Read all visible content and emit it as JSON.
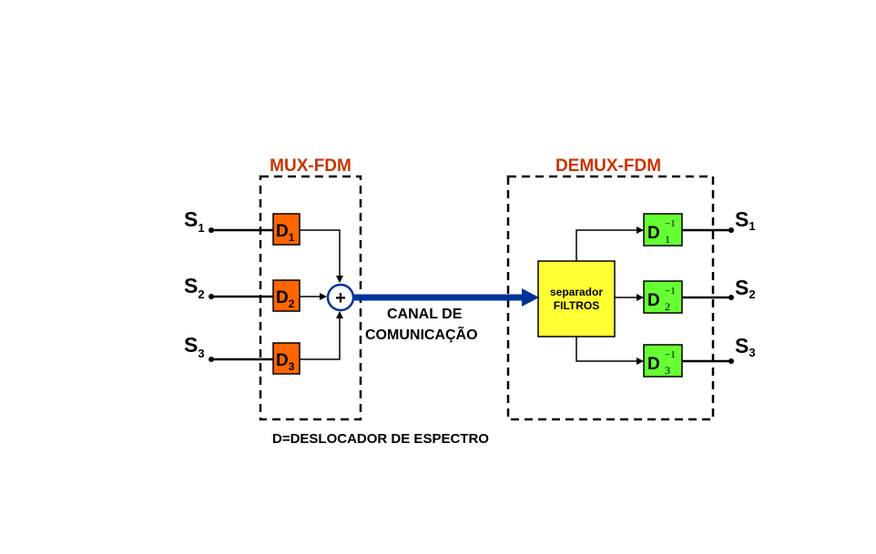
{
  "mux": {
    "title": "MUX-FDM"
  },
  "demux": {
    "title": "DEMUX-FDM"
  },
  "inputs": [
    {
      "label": "S",
      "sub": "1"
    },
    {
      "label": "S",
      "sub": "2"
    },
    {
      "label": "S",
      "sub": "3"
    }
  ],
  "outputs": [
    {
      "label": "S",
      "sub": "1"
    },
    {
      "label": "S",
      "sub": "2"
    },
    {
      "label": "S",
      "sub": "3"
    }
  ],
  "shifters": [
    {
      "label": "D",
      "sub": "1"
    },
    {
      "label": "D",
      "sub": "2"
    },
    {
      "label": "D",
      "sub": "3"
    }
  ],
  "inverse_shifters": [
    {
      "label": "D",
      "sub": "1",
      "sup": "−1"
    },
    {
      "label": "D",
      "sub": "2",
      "sup": "−1"
    },
    {
      "label": "D",
      "sub": "3",
      "sup": "−1"
    }
  ],
  "adder": {
    "symbol": "+"
  },
  "channel": {
    "line1": "CANAL DE",
    "line2": "COMUNICAÇÃO"
  },
  "separator": {
    "line1": "separador",
    "line2": "FILTROS"
  },
  "footnote": "D=DESLOCADOR DE ESPECTRO",
  "colors": {
    "title": "#cc3300",
    "shifter_fill": "#ff6600",
    "inverse_fill": "#66ff33",
    "separator_fill": "#ffff33",
    "channel_arrow": "#003399",
    "adder_ring": "#003399"
  }
}
